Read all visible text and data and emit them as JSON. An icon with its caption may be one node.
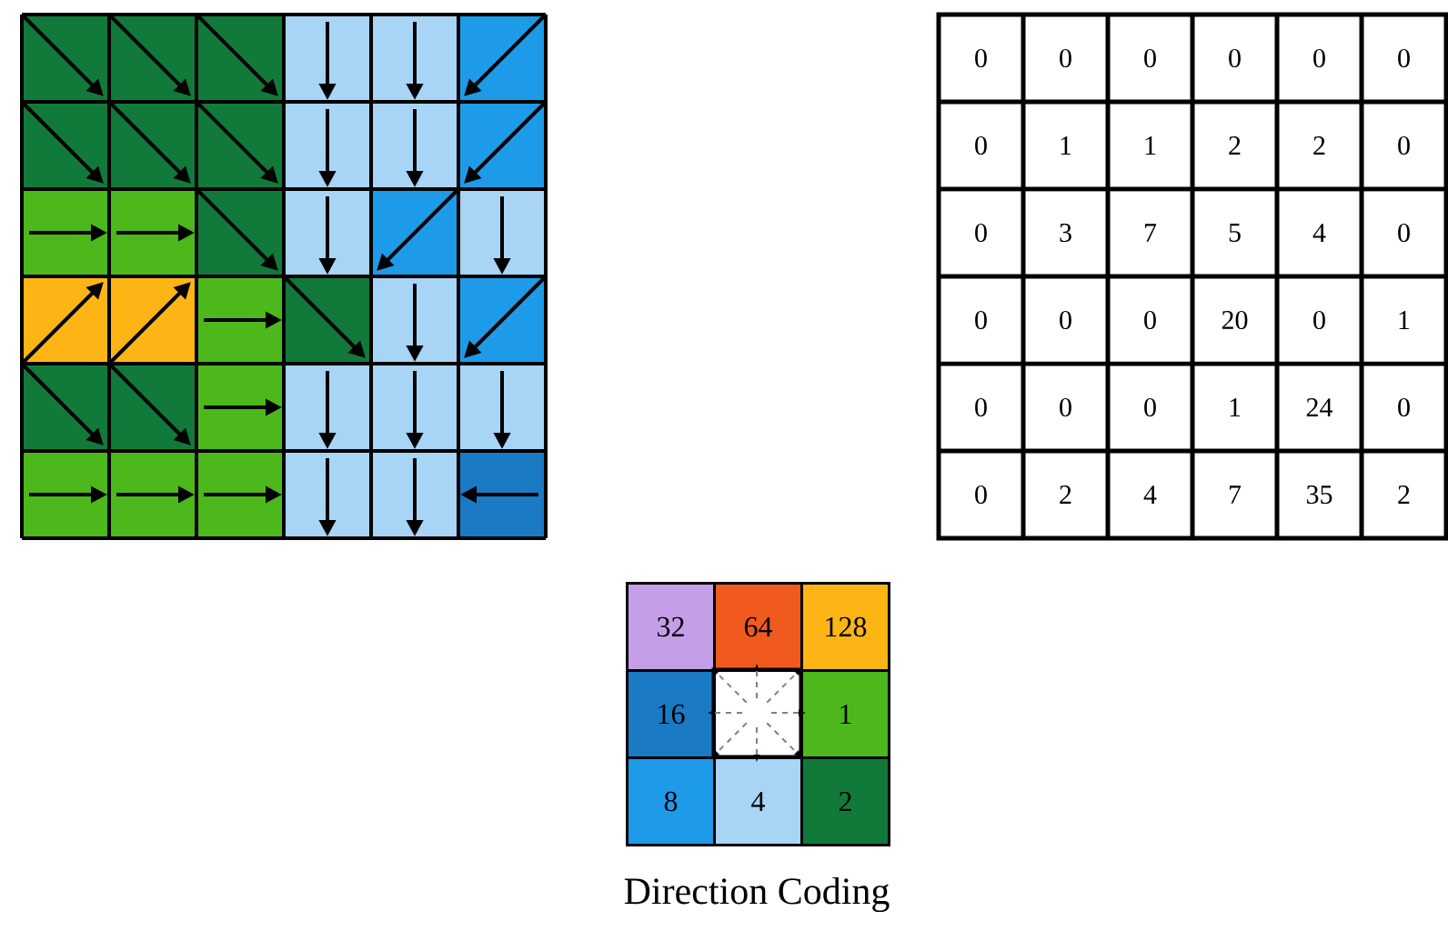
{
  "diagram": {
    "caption": "Direction Coding",
    "labels": [
      "0",
      "0",
      "0",
      "0",
      "0",
      "0",
      "0",
      "1",
      "1",
      "2",
      "2",
      "0",
      "0",
      "3",
      "7",
      "5",
      "4",
      "0",
      "0",
      "0",
      "0",
      "20",
      "0",
      "1",
      "0",
      "0",
      "0",
      "1",
      "24",
      "0",
      "0",
      "2",
      "4",
      "7",
      "35",
      "2",
      "32",
      "64",
      "128",
      "16",
      "1",
      "8",
      "4",
      "2"
    ]
  }
}
